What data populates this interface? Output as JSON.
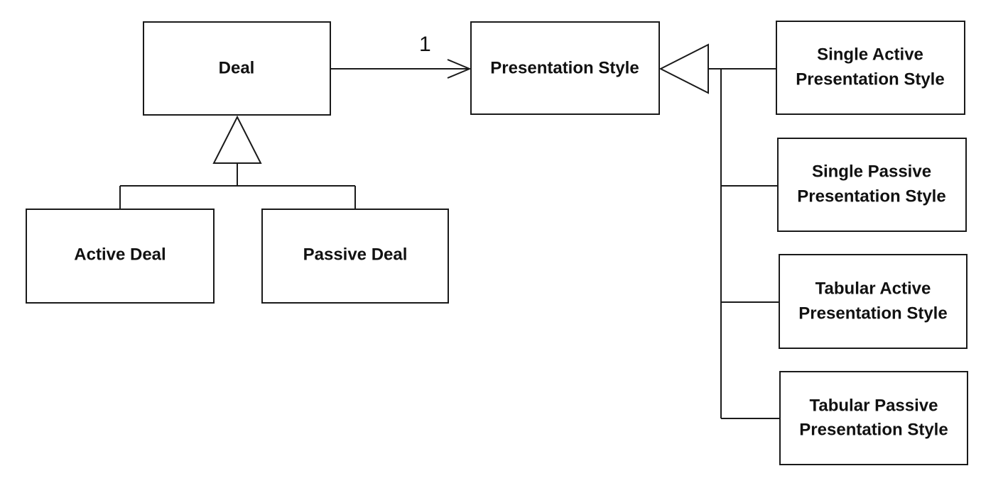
{
  "diagram": {
    "colors": {
      "stroke": "#1a1a1a",
      "text": "#111111",
      "background": "#ffffff"
    },
    "boxes": {
      "deal": {
        "lines": [
          "Deal"
        ]
      },
      "active_deal": {
        "lines": [
          "Active Deal"
        ]
      },
      "passive_deal": {
        "lines": [
          "Passive Deal"
        ]
      },
      "presentation_style": {
        "lines": [
          "Presentation Style"
        ]
      },
      "single_active": {
        "lines": [
          "Single Active",
          "Presentation Style"
        ]
      },
      "single_passive": {
        "lines": [
          "Single Passive",
          "Presentation Style"
        ]
      },
      "tabular_active": {
        "lines": [
          "Tabular Active",
          "Presentation Style"
        ]
      },
      "tabular_passive": {
        "lines": [
          "Tabular Passive",
          "Presentation Style"
        ]
      }
    },
    "association": {
      "multiplicity": "1"
    }
  }
}
